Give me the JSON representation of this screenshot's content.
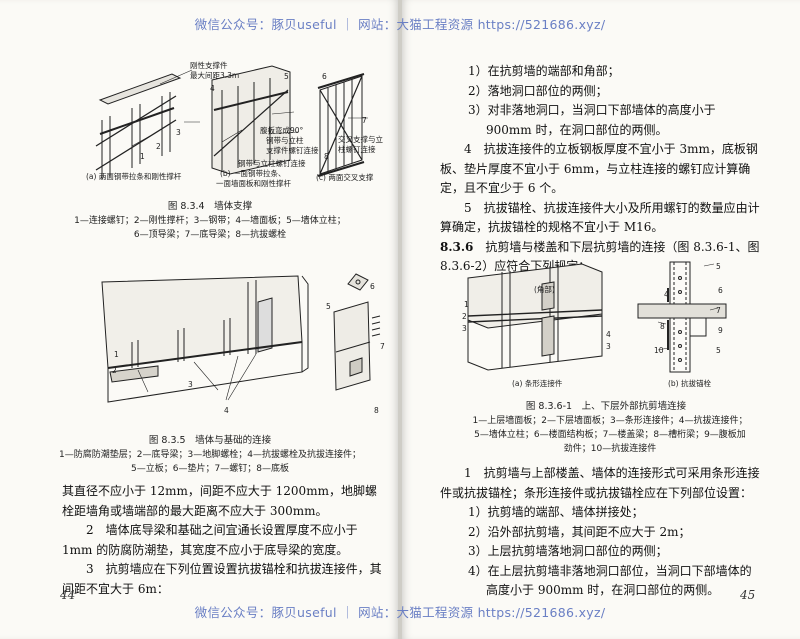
{
  "watermark": {
    "top": "微信公众号：豚贝useful ｜ 网站：大猫工程资源 https://521686.xyz/",
    "bottom": "微信公众号：豚贝useful ｜ 网站：大猫工程资源 https://521686.xyz/"
  },
  "left": {
    "fig834": {
      "callouts": {
        "c1": "刚性支撑件",
        "c2": "最大间距3.3m",
        "c3": "腹板弯成90°",
        "c4": "钢带与立柱",
        "c5": "支撑件螺钉连接",
        "c6": "钢带与立柱螺钉连接",
        "c7": "交叉支撑与立",
        "c8": "柱螺钉连接",
        "n1": "1",
        "n2": "2",
        "n3": "3",
        "n4": "4",
        "n5": "5",
        "n6": "6",
        "n7": "7",
        "n8": "8"
      },
      "sub_a": "(a) 两面钢带拉条和刚性撑杆",
      "sub_b1": "(b) 一面钢带拉条、",
      "sub_b2": "一面墙面板和刚性撑杆",
      "sub_c": "(c) 两面交叉支撑",
      "title": "图 8.3.4　墙体支撑",
      "legend1": "1—连接螺钉；2—刚性撑杆；3—钢带；4—墙面板；5—墙体立柱；",
      "legend2": "6—顶导梁；7—底导梁；8—抗拔螺栓"
    },
    "fig835": {
      "nums": [
        "1",
        "2",
        "3",
        "4",
        "5",
        "6",
        "7",
        "8"
      ],
      "title": "图 8.3.5　墙体与基础的连接",
      "legend1": "1—防腐防潮垫层；2—底导梁；3—地脚螺栓；4—抗拔螺栓及抗拔连接件；",
      "legend2": "5—立板；6—垫片；7—螺钉；8—底板"
    },
    "paragraphs": [
      "其直径不应小于 12mm，间距不应大于 1200mm，地脚螺栓距墙角或墙端部的最大距离不应大于 300mm。",
      "2　墙体底导梁和基础之间宜通长设置厚度不应小于 1mm 的防腐防潮垫，其宽度不应小于底导梁的宽度。",
      "3　抗剪墙应在下列位置设置抗拔锚栓和抗拔连接件，其间距不宜大于 6m："
    ],
    "page_number": "44"
  },
  "right": {
    "items_top": [
      "1）在抗剪墙的端部和角部；",
      "2）落地洞口部位的两侧；",
      "3）对非落地洞口，当洞口下部墙体的高度小于 900mm 时，在洞口部位的两侧。"
    ],
    "para4": "4　抗拔连接件的立板钢板厚度不宜小于 3mm，底板钢板、垫片厚度不宜小于 6mm，与立柱连接的螺钉应计算确定，且不宜少于 6 个。",
    "para5": "5　抗拔锚栓、抗拔连接件大小及所用螺钉的数量应由计算确定，抗拔锚栓的规格不宜小于 M16。",
    "section": "8.3.6",
    "section_text": "抗剪墙与楼盖和下层抗剪墙的连接（图 8.3.6-1、图 8.3.6-2）应符合下列规定：",
    "fig8361": {
      "corner": "(角部)",
      "nums_a": [
        "1",
        "2",
        "3",
        "4",
        "3"
      ],
      "nums_b": [
        "5",
        "4",
        "6",
        "8",
        "7",
        "9",
        "10",
        "5"
      ],
      "sub_a": "(a) 条形连接件",
      "sub_b": "(b) 抗拔锚栓",
      "title": "图 8.3.6-1　上、下层外部抗剪墙连接",
      "legend1": "1—上层墙面板；2—下层墙面板；3—条形连接件；4—抗拔连接件；",
      "legend2": "5—墙体立柱；6—楼面结构板；7—楼盖梁；8—槽桁梁；9—腹板加",
      "legend3": "劲件；10—抗拔连接件"
    },
    "para1": "1　抗剪墙与上部楼盖、墙体的连接形式可采用条形连接件或抗拔锚栓；条形连接件或抗拔锚栓应在下列部位设置：",
    "items_bottom": [
      "1）抗剪墙的端部、墙体拼接处；",
      "2）沿外部抗剪墙，其间距不应大于 2m；",
      "3）上层抗剪墙落地洞口部位的两侧；",
      "4）在上层抗剪墙非落地洞口部位，当洞口下部墙体的高度小于 900mm 时，在洞口部位的两侧。"
    ],
    "page_number": "45"
  }
}
